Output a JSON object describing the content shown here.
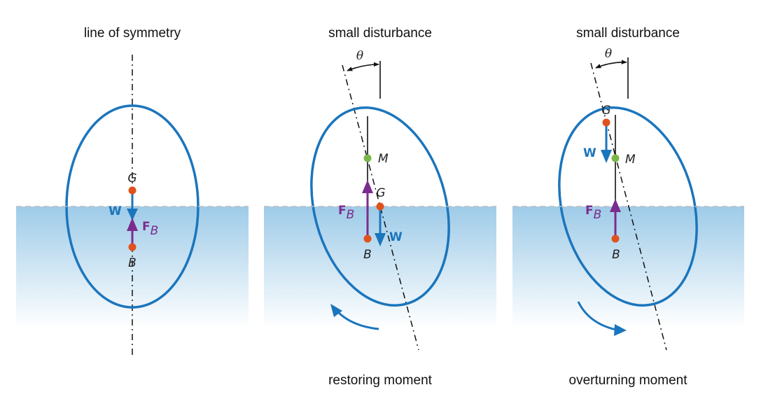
{
  "panels": [
    {
      "id": "symmetric",
      "top_label": "line of symmetry",
      "bottom_label": "",
      "points": {
        "G": "G",
        "B": "B"
      },
      "weight_label": "W",
      "buoyancy_label": "F",
      "buoyancy_sub": "B"
    },
    {
      "id": "restoring",
      "top_label": "small disturbance",
      "bottom_label": "restoring moment",
      "angle_label": "θ",
      "points": {
        "G": "G",
        "B": "B",
        "M": "M"
      },
      "weight_label": "W",
      "buoyancy_label": "F",
      "buoyancy_sub": "B"
    },
    {
      "id": "overturning",
      "top_label": "small disturbance",
      "bottom_label": "overturning moment",
      "angle_label": "θ",
      "points": {
        "G": "G",
        "B": "B",
        "M": "M"
      },
      "weight_label": "W",
      "buoyancy_label": "F",
      "buoyancy_sub": "B"
    }
  ],
  "colors": {
    "water_top": "#9ecbe8",
    "water_bottom": "#ffffff",
    "hull": "#1b75bc",
    "weight": "#1b75bc",
    "buoyancy": "#7b2d8e",
    "point_G_B": "#e0521c",
    "point_M": "#7ab648",
    "waterline": "#bbbbbb",
    "axis": "#111111"
  }
}
